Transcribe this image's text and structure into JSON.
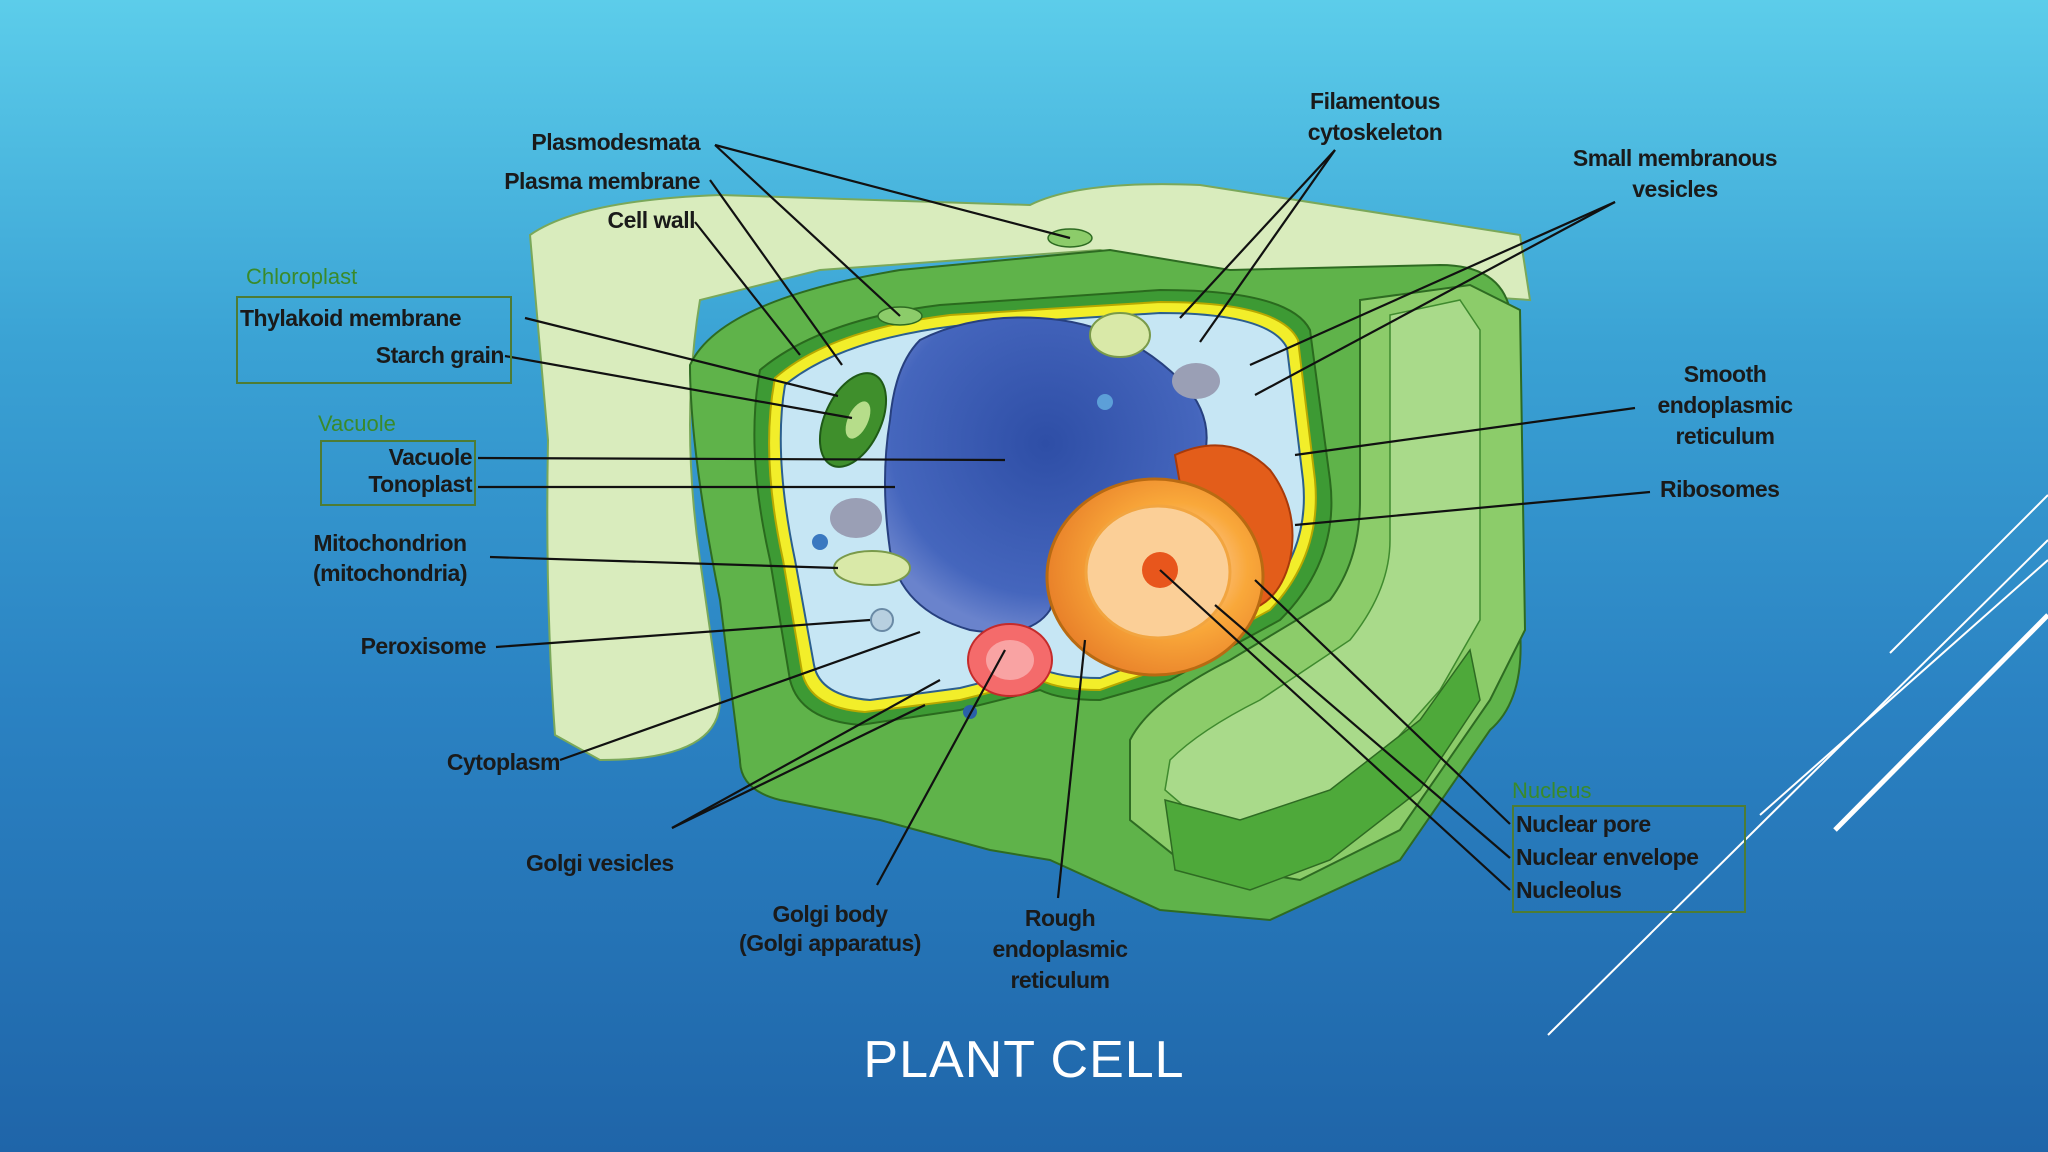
{
  "slide": {
    "title": "PLANT CELL"
  },
  "diagram": {
    "groups": {
      "chloroplast": "Chloroplast",
      "vacuole": "Vacuole",
      "nucleus": "Nucleus"
    },
    "labels": {
      "plasmodesmata": "Plasmodesmata",
      "plasma_membrane": "Plasma membrane",
      "cell_wall": "Cell wall",
      "thylakoid_membrane": "Thylakoid membrane",
      "starch_grain": "Starch grain",
      "vacuole": "Vacuole",
      "tonoplast": "Tonoplast",
      "mitochondrion_1": "Mitochondrion",
      "mitochondrion_2": "(mitochondria)",
      "peroxisome": "Peroxisome",
      "cytoplasm": "Cytoplasm",
      "golgi_vesicles": "Golgi vesicles",
      "golgi_body_1": "Golgi body",
      "golgi_body_2": "(Golgi apparatus)",
      "rough_er_1": "Rough",
      "rough_er_2": "endoplasmic",
      "rough_er_3": "reticulum",
      "filamentous_1": "Filamentous",
      "filamentous_2": "cytoskeleton",
      "small_vesicles_1": "Small membranous",
      "small_vesicles_2": "vesicles",
      "smooth_er_1": "Smooth",
      "smooth_er_2": "endoplasmic",
      "smooth_er_3": "reticulum",
      "ribosomes": "Ribosomes",
      "nuclear_pore": "Nuclear pore",
      "nuclear_envelope": "Nuclear envelope",
      "nucleolus": "Nucleolus"
    }
  },
  "colors": {
    "cell_wall_light": "#d6ebb9",
    "cell_wall_green": "#62b84a",
    "cytoplasm": "#c8e8f5",
    "vacuole": "#3f5fb0",
    "nucleus": "#f5a623",
    "title_text": "#ffffff"
  }
}
